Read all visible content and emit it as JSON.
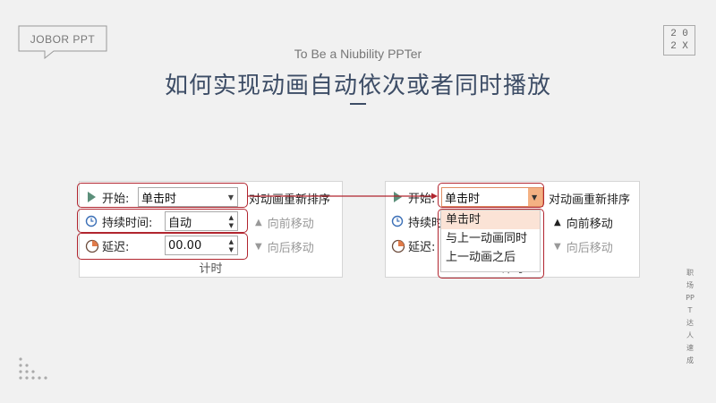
{
  "header": {
    "logo_text": "JOBOR PPT",
    "year_chars": [
      "2",
      "0",
      "2",
      "X"
    ],
    "subtitle": "To Be a Niubility PPTer",
    "title": "如何实现动画自动依次或者同时播放"
  },
  "side_text": "职场PPT达人速成",
  "left_panel": {
    "start_label": "开始:",
    "start_value": "单击时",
    "duration_label": "持续时间:",
    "duration_value": "自动",
    "delay_label": "延迟:",
    "delay_value": "00.00",
    "reorder_label": "对动画重新排序",
    "move_forward": "向前移动",
    "move_backward": "向后移动",
    "group_label": "计时"
  },
  "right_panel": {
    "start_label": "开始:",
    "start_value": "单击时",
    "duration_label": "持续时",
    "delay_label": "延迟:",
    "reorder_label": "对动画重新排序",
    "move_forward": "向前移动",
    "move_backward": "向后移动",
    "group_label_partial": "计时",
    "dropdown_options": [
      "单击时",
      "与上一动画同时",
      "上一动画之后"
    ],
    "selected_option_index": 0
  },
  "colors": {
    "background": "#f1f1f1",
    "title": "#3d4d66",
    "highlight_frame": "#b1252f",
    "dropdown_selected": "#fbe3d6",
    "active_arrow": "#f4b183",
    "play_icon": "#5b8f7a"
  }
}
